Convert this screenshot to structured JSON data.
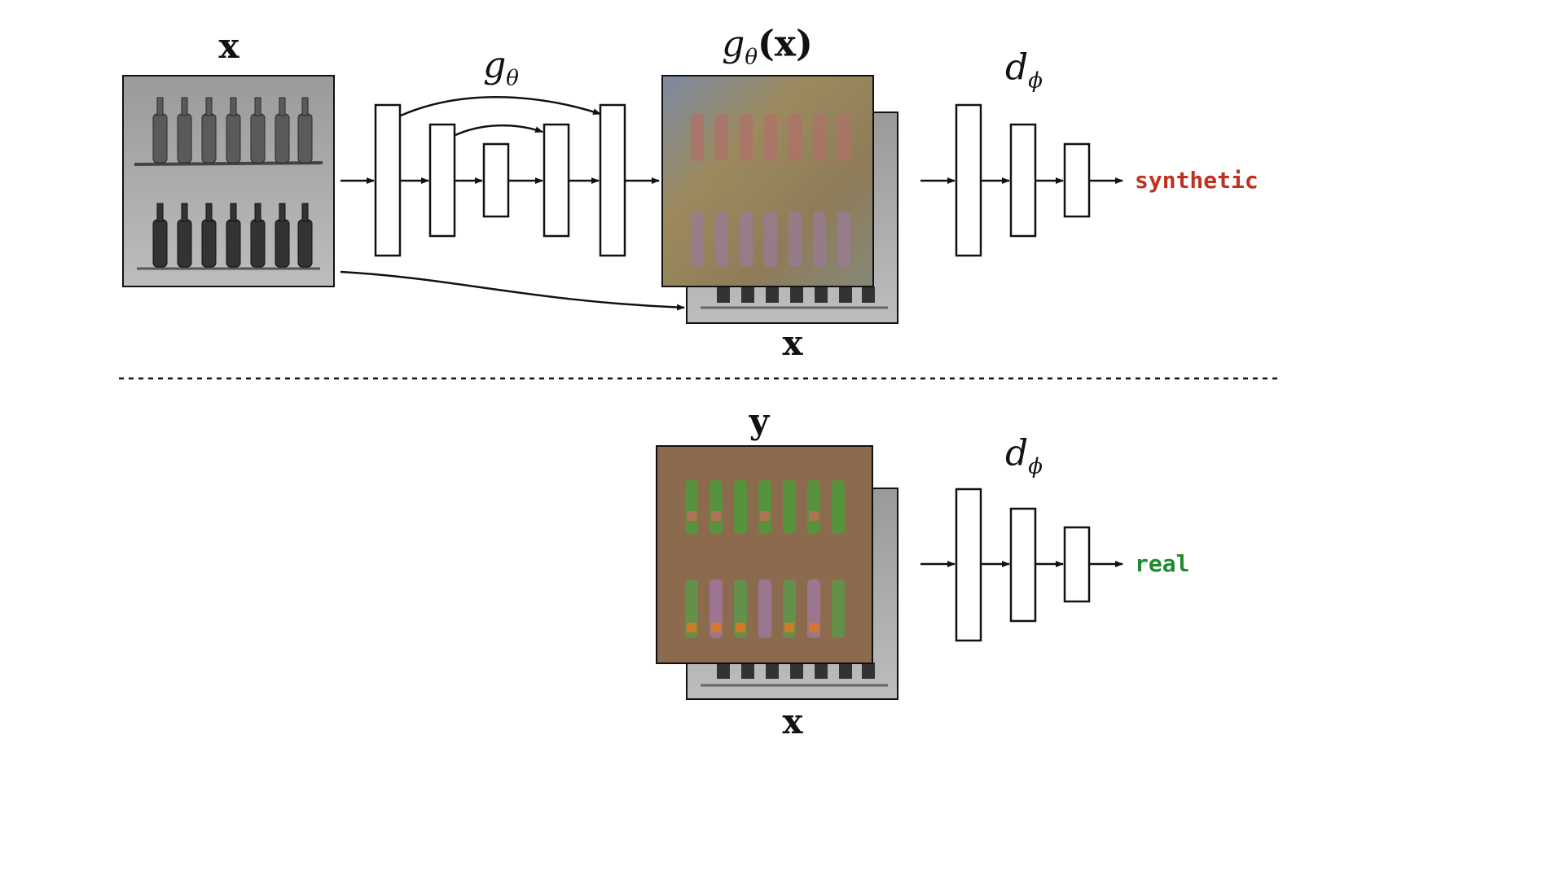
{
  "labels": {
    "input_x": "x",
    "generator": "g",
    "generator_sub": "θ",
    "gen_output_fn": "g",
    "gen_output_sub": "θ",
    "gen_output_arg": "(x)",
    "cond_x_top": "x",
    "discriminator": "d",
    "discriminator_sub": "ϕ",
    "target_y": "y",
    "cond_x_bottom": "x"
  },
  "outputs": {
    "top": "synthetic",
    "bottom": "real"
  },
  "colors": {
    "synthetic": "#c0301f",
    "real": "#1f8a2c",
    "gen_tint": "#8a8a5a",
    "real_tint": "#8a6a4a"
  }
}
